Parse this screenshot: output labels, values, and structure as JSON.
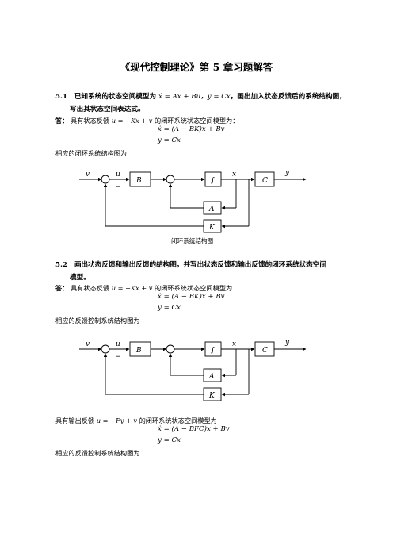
{
  "title": "《现代控制理论》第 5 章习题解答",
  "q1": {
    "number": "5.1",
    "line1_pre": "已知系统的状态空间模型为",
    "line1_math": "ẋ = Ax + Bu，y = Cx",
    "line1_post": "，画出加入状态反馈后的系统结构图，",
    "line2": "写出其状态空间表达式。",
    "answer_label": "答：",
    "answer_pre": "具有状态反馈",
    "answer_math": "u = −Kx + v",
    "answer_post": "的闭环系统状态空间模型为：",
    "eq1": "ẋ = (A − BK)x + Bv",
    "eq2": "y = Cx",
    "diagram_intro": "相应的闭环系统结构图为",
    "diagram_caption": "闭环系统结构图"
  },
  "q2": {
    "number": "5.2",
    "line1": "画出状态反馈和输出反馈的结构图，并写出状态反馈和输出反馈的闭环系统状态空间",
    "line2": "模型。",
    "answer_label": "答：",
    "answer_pre": "具有状态反馈",
    "answer_math": "u = −Kx + v",
    "answer_post": "的闭环系统状态空间模型为",
    "eq1": "ẋ = (A − BK)x + Bv",
    "eq2": "y = Cx",
    "diagram_intro": "相应的反馈控制系统结构图为",
    "out_pre": "具有输出反馈",
    "out_math": "u = −Fy + v",
    "out_post": "的闭环系统状态空间模型为",
    "eq3": "ẋ = (A − BFC)x + Bv",
    "eq4": "y = Cx",
    "diagram2_intro": "相应的反馈控制系统结构图为"
  },
  "diagram": {
    "v": "v",
    "u": "u",
    "minus": "−",
    "B": "B",
    "integral": "∫",
    "x": "x",
    "C": "C",
    "y": "y",
    "A": "A",
    "K": "K"
  }
}
